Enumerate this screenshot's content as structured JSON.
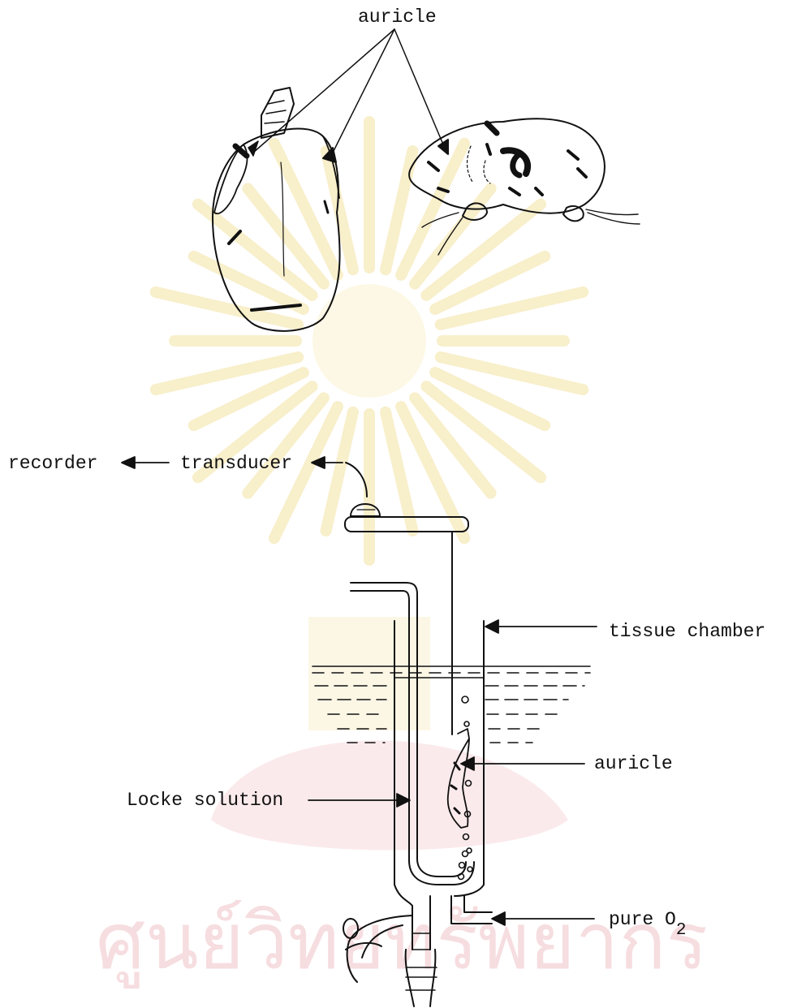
{
  "labels": {
    "auricle_top": "auricle",
    "recorder": "recorder",
    "transducer": "transducer",
    "tissue_chamber": "tissue chamber",
    "auricle_chamber": "auricle",
    "locke_solution": "Locke solution",
    "pure_o2": "pure O",
    "pure_o2_subscript": "2"
  },
  "watermark": {
    "text": "ศูนย์วิทยทรัพยากร",
    "color": "#e8a0a8",
    "emblem_color": "#f3e2a0"
  },
  "colors": {
    "ink": "#111111",
    "paper": "#ffffff"
  }
}
